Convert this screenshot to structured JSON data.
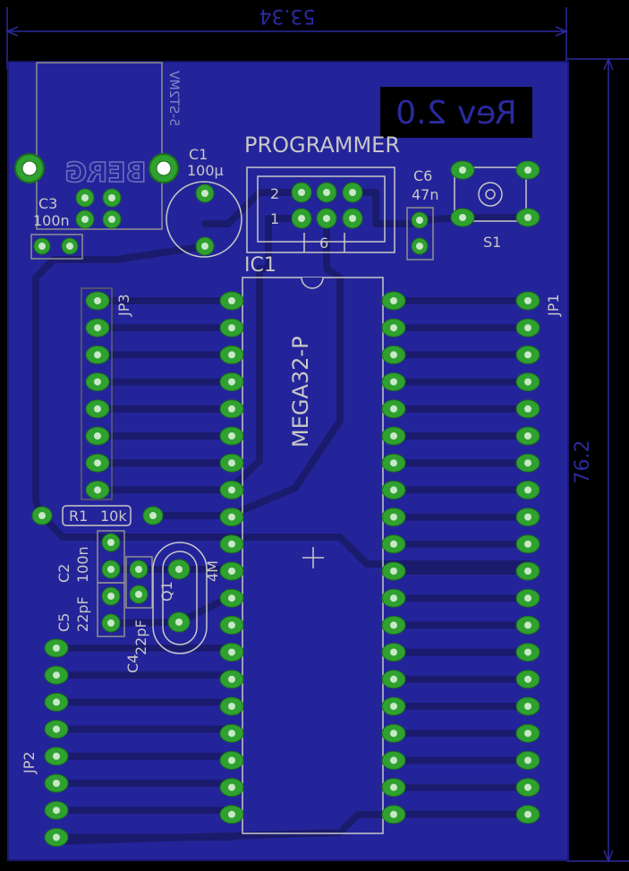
{
  "dimensions": {
    "width_label": "53.34",
    "height_label": "76.2"
  },
  "board": {
    "rev_label": "Rev 2.0",
    "bottom_logo": "BERG",
    "bottom_logo_sub": "5-ST2MV"
  },
  "components": {
    "programmer": {
      "name": "PROGRAMMER",
      "pin1": "1",
      "pin2": "2",
      "pin6": "6"
    },
    "c1": {
      "name": "C1",
      "value": "100µ"
    },
    "c3": {
      "name": "C3",
      "value": "100n"
    },
    "c6": {
      "name": "C6",
      "value": "47n"
    },
    "s1": {
      "name": "S1"
    },
    "ic1": {
      "name": "IC1",
      "value": "MEGA32-P"
    },
    "jp1": {
      "name": "JP1"
    },
    "jp2": {
      "name": "JP2"
    },
    "jp3": {
      "name": "JP3"
    },
    "r1": {
      "name": "R1",
      "value": "10k"
    },
    "c2": {
      "name": "C2",
      "value": "100n"
    },
    "c5": {
      "name": "C5",
      "value": "22pF"
    },
    "c4": {
      "name": "C4",
      "value": "22pF"
    },
    "q1": {
      "name": "Q1",
      "value": "4M"
    }
  },
  "colors": {
    "background": "#000000",
    "board": "#24249a",
    "trace": "#1b1b6e",
    "pad": "#2fa12f",
    "silk": "#c8c8c8",
    "dim": "#2a2aa0"
  }
}
